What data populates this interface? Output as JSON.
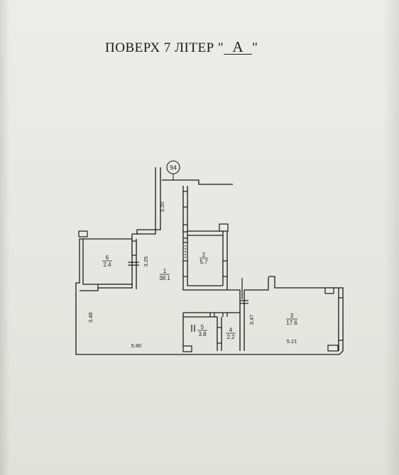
{
  "header": {
    "prefix": "ПОВЕРХ  7  ЛІТЕР  \"",
    "letter": "А",
    "suffix": "\""
  },
  "plan": {
    "marker": "94",
    "rooms": [
      {
        "number": "1",
        "area": "38.1"
      },
      {
        "number": "2",
        "area": "5.7"
      },
      {
        "number": "3",
        "area": "17.6"
      },
      {
        "number": "4",
        "area": "2.2"
      },
      {
        "number": "5",
        "area": "3.8"
      },
      {
        "number": "6",
        "area": "2.4"
      }
    ],
    "dimensions": [
      "3.20",
      "3.25",
      "3.48",
      "5.80",
      "3.47",
      "5.21"
    ]
  },
  "colors": {
    "ink": "#1a1a1a",
    "paper": "#e9e9e5"
  }
}
